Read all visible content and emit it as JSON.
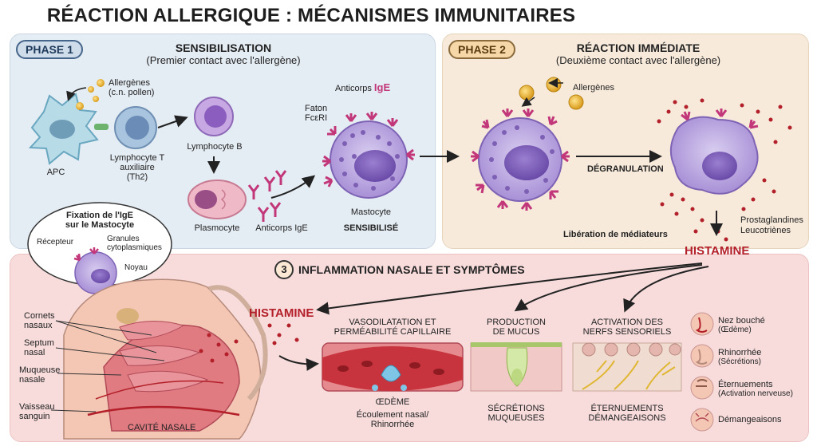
{
  "title": "RÉACTION ALLERGIQUE : MÉCANISMES IMMUNITAIRES",
  "phase1": {
    "badge": "PHASE 1",
    "heading": "SENSIBILISATION",
    "subheading": "(Premier contact avec l'allergène)",
    "allergens": "Allergènes",
    "allergens_note": "(c.n. pollen)",
    "apc": "APC",
    "lymph_t_1": "Lymphocyte T",
    "lymph_t_2": "auxiliaire",
    "lymph_t_3": "(Th2)",
    "lymph_b": "Lymphocyte B",
    "plasmocyte": "Plasmocyte",
    "anticorps_ige": "Anticorps IgE",
    "anticorps_top": "Anticorps",
    "ige": "IgE",
    "faton": "Faton",
    "fceri": "FcεRI",
    "mastocyte": "Mastocyte",
    "sensibilise": "SENSIBILISÉ",
    "inset_title_1": "Fixation de l'IgE",
    "inset_title_2": "sur le Mastocyte",
    "recepteur": "Récepteur",
    "granules_1": "Granules",
    "granules_2": "cytoplasmiques",
    "noyau": "Noyau"
  },
  "phase2": {
    "badge": "PHASE 2",
    "heading": "RÉACTION IMMÉDIATE",
    "subheading": "(Deuxième contact avec l'allergène)",
    "allergens": "Allergènes",
    "degranulation": "DÉGRANULATION",
    "liberation": "Libération de médiateurs",
    "prostaglandines": "Prostaglandines",
    "leucotrienes": "Leucotriènes",
    "histamine": "HISTAMINE"
  },
  "phase3": {
    "number": "3",
    "heading": "INFLAMMATION NASALE ET SYMPTÔMES",
    "histamine": "HISTAMINE",
    "cornets_1": "Cornets",
    "cornets_2": "nasaux",
    "septum_1": "Septum",
    "septum_2": "nasal",
    "muqueuse_1": "Muqueuse",
    "muqueuse_2": "nasale",
    "vaisseau_1": "Vaisseau",
    "vaisseau_2": "sanguin",
    "cavite": "CAVITÉ NASALE",
    "vaso_1": "VASODILATATION ET",
    "vaso_2": "PERMÉABILITÉ CAPILLAIRE",
    "oedeme": "ŒDÈME",
    "ecoulement_1": "Écoulement nasal/",
    "ecoulement_2": "Rhinorrhée",
    "mucus_1": "PRODUCTION",
    "mucus_2": "DE MUCUS",
    "secretions_1": "SÉCRÉTIONS",
    "secretions_2": "MUQUEUSES",
    "nerfs_1": "ACTIVATION DES",
    "nerfs_2": "NERFS SENSORIELS",
    "eternuements_1": "ÉTERNUEMENTS",
    "eternuements_2": "DÉMANGEAISONS",
    "symptoms": [
      {
        "label": "Nez bouché",
        "note": "(Œdème)",
        "icon": "blocked-nose-icon"
      },
      {
        "label": "Rhinorrhée",
        "note": "(Sécrétions)",
        "icon": "runny-nose-icon"
      },
      {
        "label": "Éternuements",
        "note": "(Activation nerveuse)",
        "icon": "sneeze-icon"
      },
      {
        "label": "Démangeaisons",
        "note": "",
        "icon": "itch-icon"
      }
    ]
  },
  "colors": {
    "phase1_bg": "#e5edf4",
    "phase2_bg": "#f7eadb",
    "phase3_bg": "#f8dcdc",
    "histamine": "#b3202a",
    "mastocyte": "#b9a6dc",
    "ige": "#c2377a",
    "allergen": "#e9b52e"
  }
}
